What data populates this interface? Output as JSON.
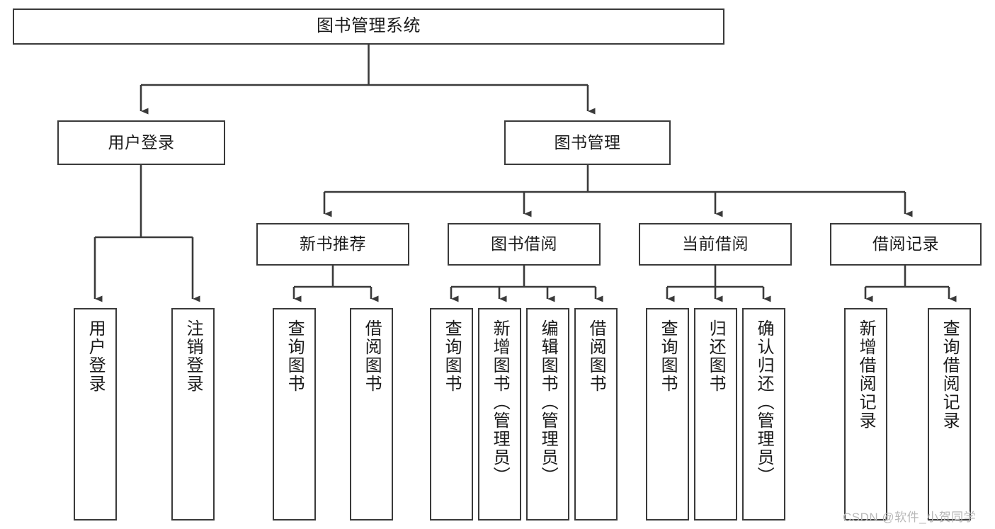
{
  "diagram": {
    "type": "tree-hierarchy",
    "title": "图书管理系统",
    "line_color": "#3a3a3a",
    "box_fill": "#ffffff",
    "text_color": "#1b1b1b",
    "nodes": {
      "root": "图书管理系统",
      "level2": [
        {
          "label": "用户登录"
        },
        {
          "label": "图书管理"
        }
      ],
      "level3": [
        {
          "label": "新书推荐"
        },
        {
          "label": "图书借阅"
        },
        {
          "label": "当前借阅"
        },
        {
          "label": "借阅记录"
        }
      ],
      "leaves": {
        "user_login": [
          {
            "label": "用户登录"
          },
          {
            "label": "注销登录"
          }
        ],
        "new_book_recommend": [
          {
            "label": "查询图书"
          },
          {
            "label": "借阅图书"
          }
        ],
        "book_borrow": [
          {
            "label": "查询图书"
          },
          {
            "label": "新增图书（管理员）"
          },
          {
            "label": "编辑图书（管理员）"
          },
          {
            "label": "借阅图书"
          }
        ],
        "current_borrow": [
          {
            "label": "查询图书"
          },
          {
            "label": "归还图书"
          },
          {
            "label": "确认归还（管理员）"
          }
        ],
        "borrow_record": [
          {
            "label": "新增借阅记录"
          },
          {
            "label": "查询借阅记录"
          }
        ]
      }
    },
    "watermark": "CSDN @软件_小贺同学"
  }
}
